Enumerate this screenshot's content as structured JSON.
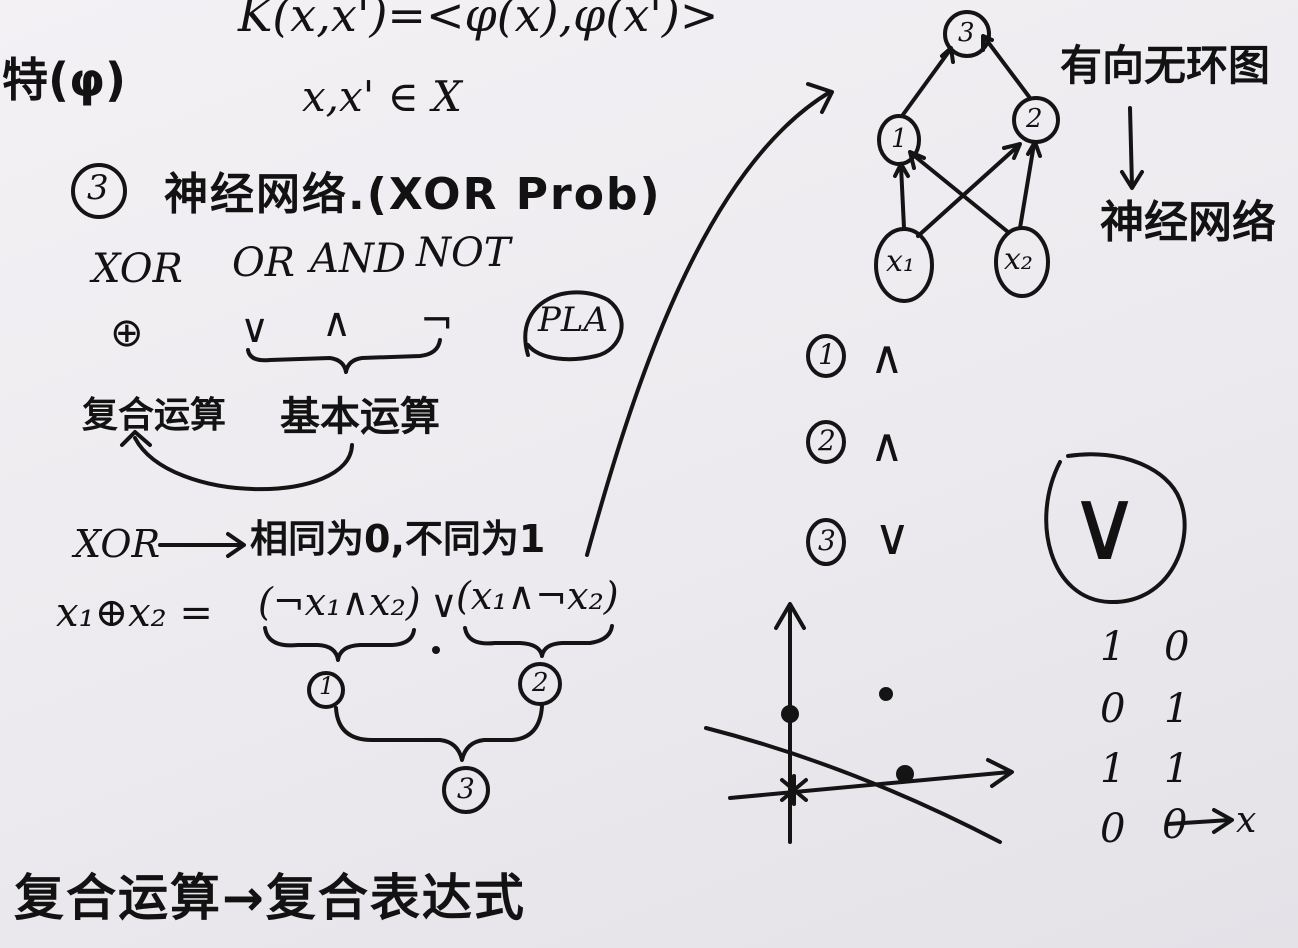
{
  "board": {
    "kernel_formula": "K(x,x')=<φ(x),φ(x')>",
    "top_left_fragment": "特(φ)",
    "domain_note": "x,x' ∈ X",
    "section3_num": "3",
    "section3_title": "神经网络.(XOR Prob)",
    "ops_headers": {
      "xor": "XOR",
      "or": "OR",
      "and": "AND",
      "not": "NOT"
    },
    "ops_symbols": {
      "xor": "⊕",
      "or": "∨",
      "and": "∧",
      "not": "¬"
    },
    "pla": "PLA",
    "composite_op": "复合运算",
    "basic_op": "基本运算",
    "xor_rule": {
      "label": "XOR",
      "text": "相同为0,不同为1"
    },
    "decomposition": {
      "lhs": "x₁⊕x₂ =",
      "term1": "(¬x₁∧x₂)",
      "or": "∨",
      "term2": "(x₁∧¬x₂)",
      "n1": "1",
      "n2": "2",
      "n3": "3"
    },
    "bottom_line": "复合运算→复合表达式",
    "dag": {
      "label_top": "有向无环图",
      "label_bottom": "神经网络",
      "nodes": {
        "top": "3",
        "left": "1",
        "right": "2",
        "x1": "x₁",
        "x2": "x₂"
      }
    },
    "node_ops": [
      {
        "num": "1",
        "op": "∧"
      },
      {
        "num": "2",
        "op": "∧"
      },
      {
        "num": "3",
        "op": "∨"
      }
    ],
    "big_or": "∨",
    "truth_rows": [
      {
        "a": "1",
        "b": "0"
      },
      {
        "a": "0",
        "b": "1"
      },
      {
        "a": "1",
        "b": "1"
      },
      {
        "a": "0",
        "b": "0"
      }
    ],
    "arrow_target": "x"
  }
}
